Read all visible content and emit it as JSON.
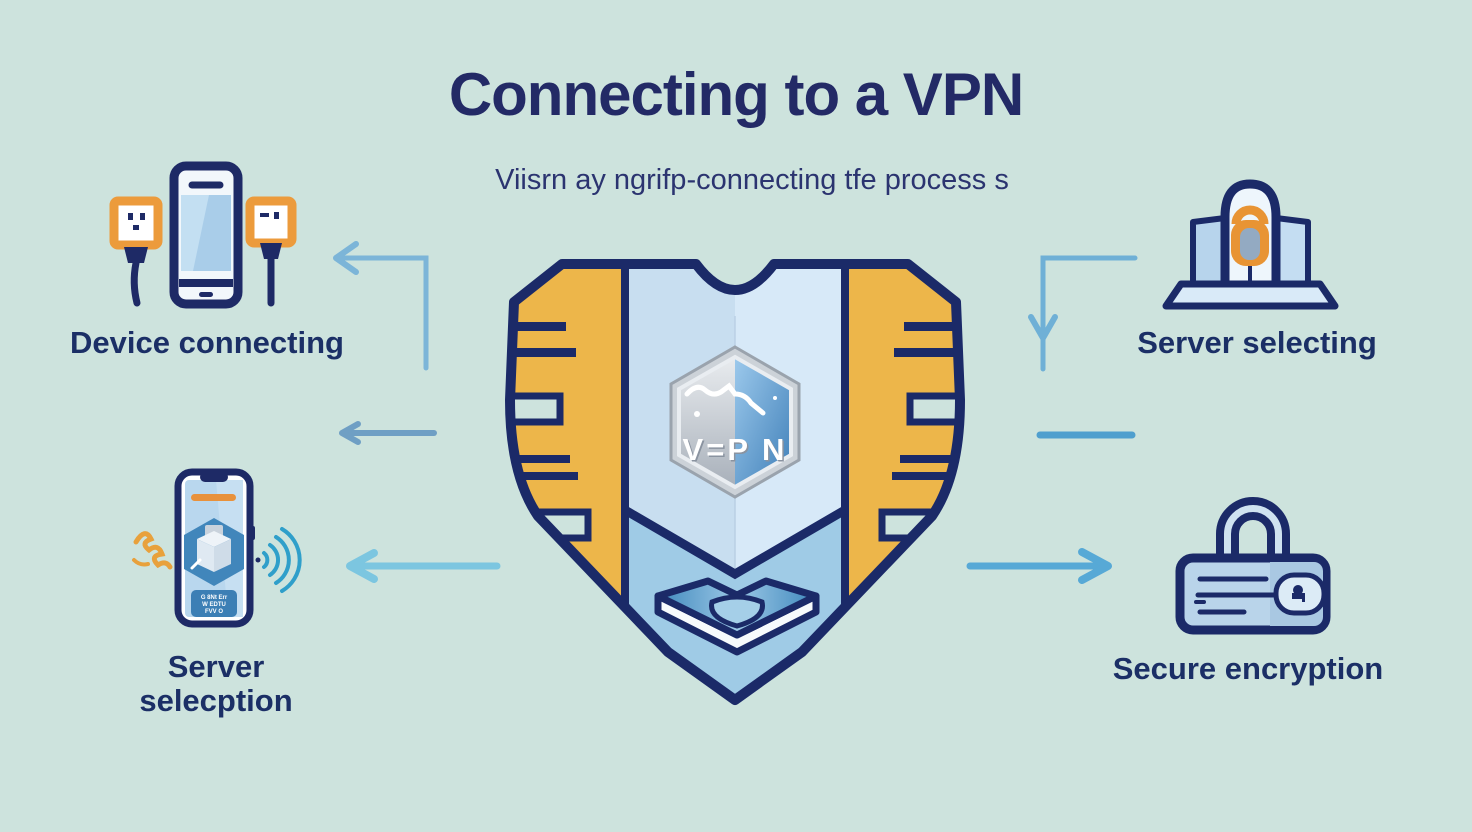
{
  "header": {
    "title": "Connecting to a VPN",
    "subtitle": "Viisrn ay ngrifp-connecting tfe process s"
  },
  "shield": {
    "vpn_text": "V=P N"
  },
  "nodes": {
    "device_connecting": {
      "label": "Device connecting"
    },
    "server_selecting": {
      "label": "Server selecting"
    },
    "server_selection": {
      "label_line1": "Server",
      "label_line2": "selecption",
      "screen_text_line1": "G 8Nt Err",
      "screen_text_line2": "W EDTU",
      "screen_text_line3": "FVV O"
    },
    "secure_encryption": {
      "label": "Secure encryption"
    }
  },
  "colors": {
    "background": "#cde3dd",
    "navy_outline": "#1b2a68",
    "title_navy": "#232a66",
    "label_navy": "#1b2f66",
    "shield_yellow": "#edb64a",
    "panel_blue_light": "#d7e9f8",
    "panel_blue": "#c8def0",
    "shield_bottom_blue": "#9fcbe6",
    "arrow_blue": "#6fb0d6",
    "accent_orange": "#e8923c",
    "wifi_blue": "#2f9fca"
  }
}
